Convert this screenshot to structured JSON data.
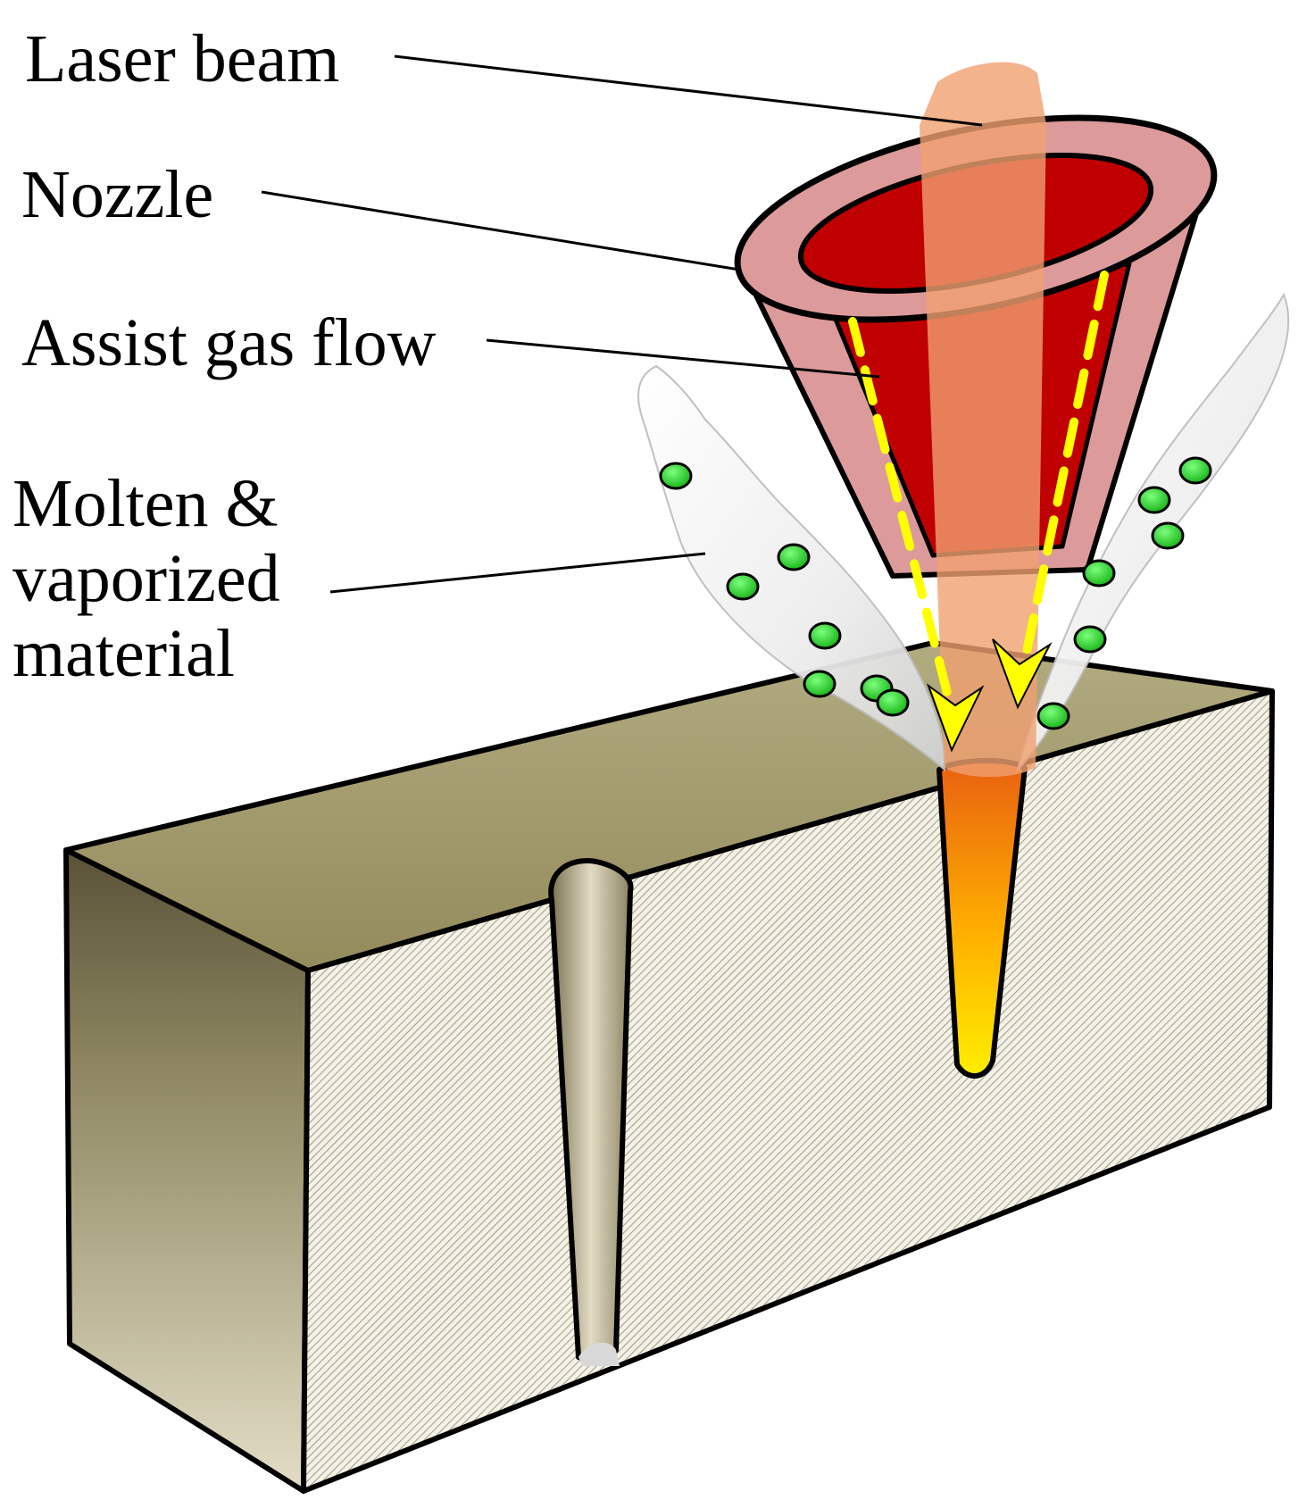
{
  "labels": {
    "laser_beam": "Laser beam",
    "nozzle": "Nozzle",
    "assist_gas_flow": "Assist gas flow",
    "molten_line1": "Molten &",
    "molten_line2": "vaporized",
    "molten_line3": "material"
  },
  "colors": {
    "workpiece_top": "#9b9363",
    "workpiece_side_light": "#e6e1cf",
    "workpiece_side_dark": "#5a5238",
    "nozzle_outer": "#dc9a9a",
    "nozzle_inner": "#c00000",
    "laser_beam": "#f0a070",
    "gas_arrows": "#ffff00",
    "particles": "#22cc22",
    "melt_pool_top": "#e86010",
    "melt_pool_bottom": "#ffee00",
    "plume": "#f2f2f2"
  }
}
